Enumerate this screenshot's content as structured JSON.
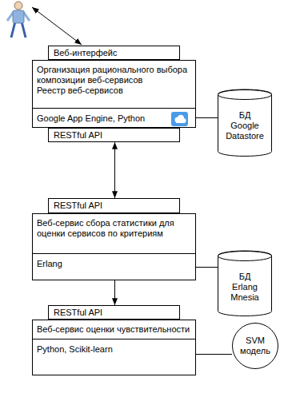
{
  "diagram": {
    "nodes": [
      {
        "text": [
          "Веб-интерфейс"
        ]
      },
      {
        "text": [
          "Организация рационального выбора композиции веб-сервисов",
          "Реестр веб-сервисов"
        ]
      },
      {
        "text": [
          "Google App Engine, Python"
        ],
        "in": 1
      },
      {
        "text": [
          "RESTful API"
        ]
      },
      {
        "text": [
          "БД Google Datastore"
        ]
      },
      {
        "text": [
          "RESTful API"
        ]
      },
      {
        "text": [
          "Веб-сервис сбора статистики для оценки сервисов по критериям"
        ]
      },
      {
        "text": [
          "Erlang"
        ],
        "in": 6
      },
      {
        "text": [
          "БД Erlang Mnesia"
        ]
      },
      {
        "text": [
          "RESTful API"
        ]
      },
      {
        "text": [
          "Веб-сервис оценки чувствительности"
        ]
      },
      {
        "text": [
          "Python, Scikit-learn"
        ],
        "in": 10
      },
      {
        "text": [
          "SVM модель"
        ]
      }
    ],
    "edges": [
      {
        "from": 2,
        "to": 4,
        "arrow": "none"
      },
      {
        "from": 3,
        "to": 5,
        "arrow": "both"
      },
      {
        "from": 7,
        "to": 8,
        "arrow": "none"
      },
      {
        "from": 7,
        "to": 9,
        "arrow": "to"
      },
      {
        "from": 11,
        "to": 12,
        "arrow": "none"
      }
    ]
  }
}
